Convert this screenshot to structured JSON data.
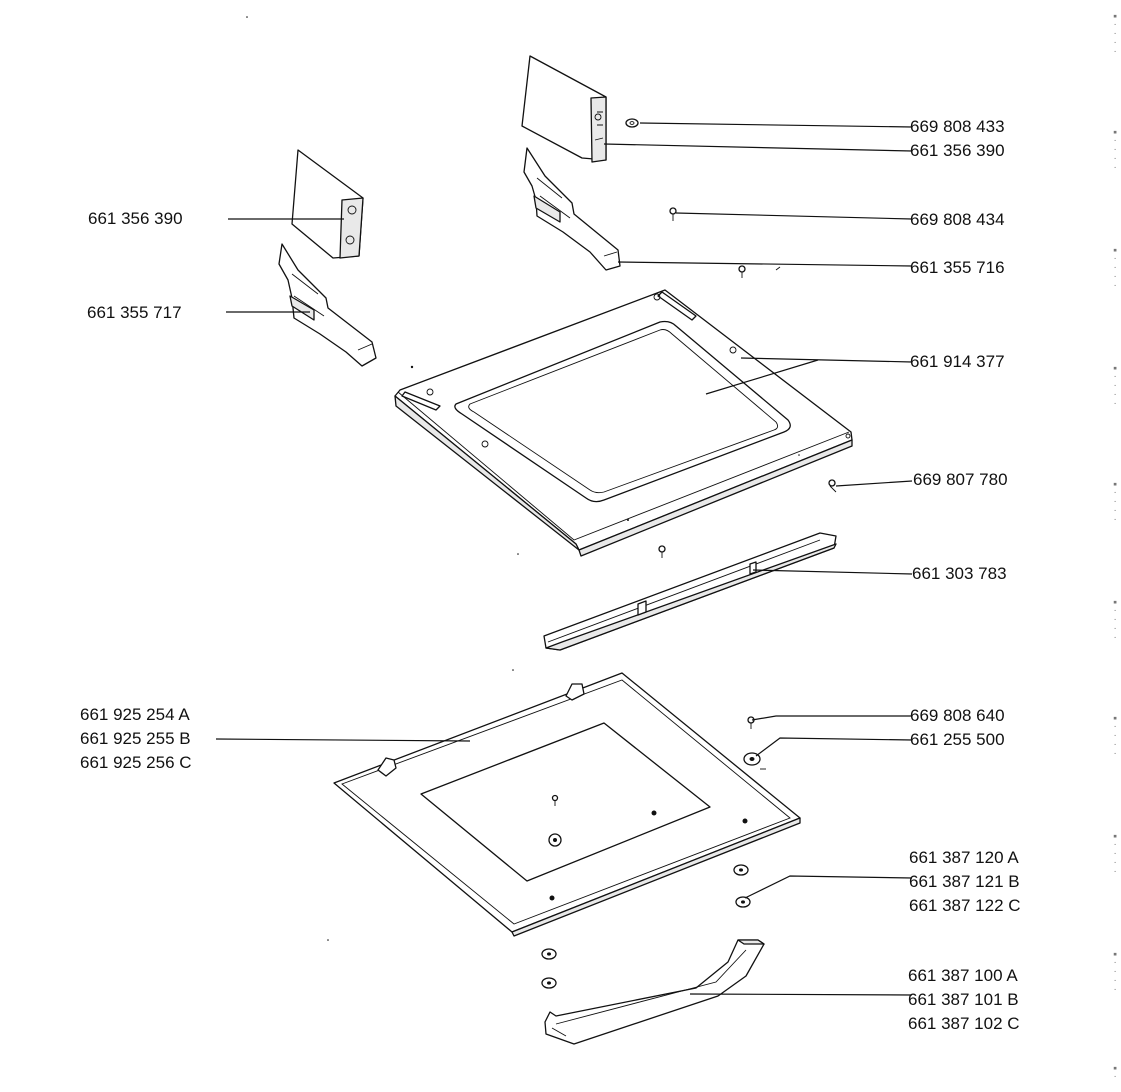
{
  "labels": {
    "hinge_top_right": "669 808 433",
    "hinge_cover_right": "661 356 390",
    "screw_right": "669 808 434",
    "hinge_arm_right": "661 355 716",
    "hinge_cover_left": "661 356 390",
    "hinge_arm_left": "661 355 717",
    "inner_door": "661 914 377",
    "screw_inner": "669 807 780",
    "strip": "661 303 783",
    "outer_door": [
      "661 925 254 A",
      "661 925 255 B",
      "661 925 256 C"
    ],
    "screw_outer": "669 808 640",
    "washer": "661 255 500",
    "spacers": [
      "661 387 120 A",
      "661 387 121 B",
      "661 387 122 C"
    ],
    "handle": [
      "661 387 100 A",
      "661 387 101 B",
      "661 387 102 C"
    ]
  }
}
